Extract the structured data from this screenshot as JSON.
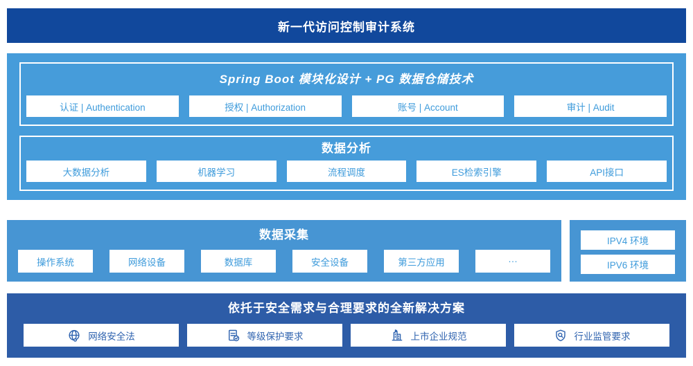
{
  "banner": {
    "title": "新一代访问控制审计系统"
  },
  "platform": {
    "spring": {
      "title": "Spring Boot 模块化设计 + PG 数据仓储技术",
      "items": [
        "认证 | Authentication",
        "授权 | Authorization",
        "账号 | Account",
        "审计 | Audit"
      ]
    },
    "analysis": {
      "title": "数据分析",
      "items": [
        "大数据分析",
        "机器学习",
        "流程调度",
        "ES检索引擎",
        "API接口"
      ]
    }
  },
  "collection": {
    "title": "数据采集",
    "items": [
      "操作系统",
      "网络设备",
      "数据库",
      "安全设备",
      "第三方应用",
      "···"
    ]
  },
  "environment": {
    "items": [
      "IPV4 环境",
      "IPV6 环境"
    ]
  },
  "solution": {
    "title": "依托于安全需求与合理要求的全新解决方案",
    "items": [
      {
        "icon": "globe-icon",
        "label": "网络安全法"
      },
      {
        "icon": "doc-check-icon",
        "label": "等级保护要求"
      },
      {
        "icon": "building-icon",
        "label": "上市企业规范"
      },
      {
        "icon": "shield-search-icon",
        "label": "行业监管要求"
      }
    ]
  },
  "colors": {
    "banner_blue": "#11489C",
    "platform_blue": "#469CDA",
    "collection_blue": "#4795D3",
    "solution_blue": "#2D5CA7",
    "box_text_light": "#3E9BDB",
    "box_text_dark": "#2F63AF"
  }
}
